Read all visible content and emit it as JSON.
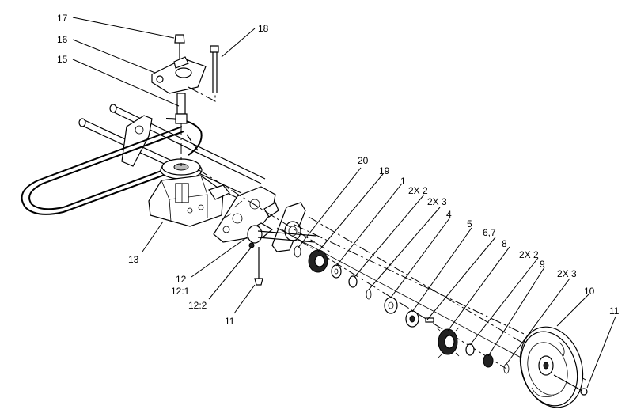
{
  "callouts": [
    {
      "id": "c17",
      "label": "17"
    },
    {
      "id": "c16",
      "label": "16"
    },
    {
      "id": "c15",
      "label": "15"
    },
    {
      "id": "c18",
      "label": "18"
    },
    {
      "id": "c13",
      "label": "13"
    },
    {
      "id": "c12",
      "label": "12"
    },
    {
      "id": "c12-1",
      "label": "12:1"
    },
    {
      "id": "c12-2",
      "label": "12:2"
    },
    {
      "id": "c11a",
      "label": "11"
    },
    {
      "id": "c20",
      "label": "20"
    },
    {
      "id": "c19",
      "label": "19"
    },
    {
      "id": "c1",
      "label": "1"
    },
    {
      "id": "c2x2a",
      "label": "2X 2"
    },
    {
      "id": "c2x3a",
      "label": "2X 3"
    },
    {
      "id": "c4",
      "label": "4"
    },
    {
      "id": "c5",
      "label": "5"
    },
    {
      "id": "c67",
      "label": "6,7"
    },
    {
      "id": "c8",
      "label": "8"
    },
    {
      "id": "c2x2b",
      "label": "2X 2"
    },
    {
      "id": "c9",
      "label": "9"
    },
    {
      "id": "c2x3b",
      "label": "2X 3"
    },
    {
      "id": "c10",
      "label": "10"
    },
    {
      "id": "c11b",
      "label": "11"
    }
  ]
}
